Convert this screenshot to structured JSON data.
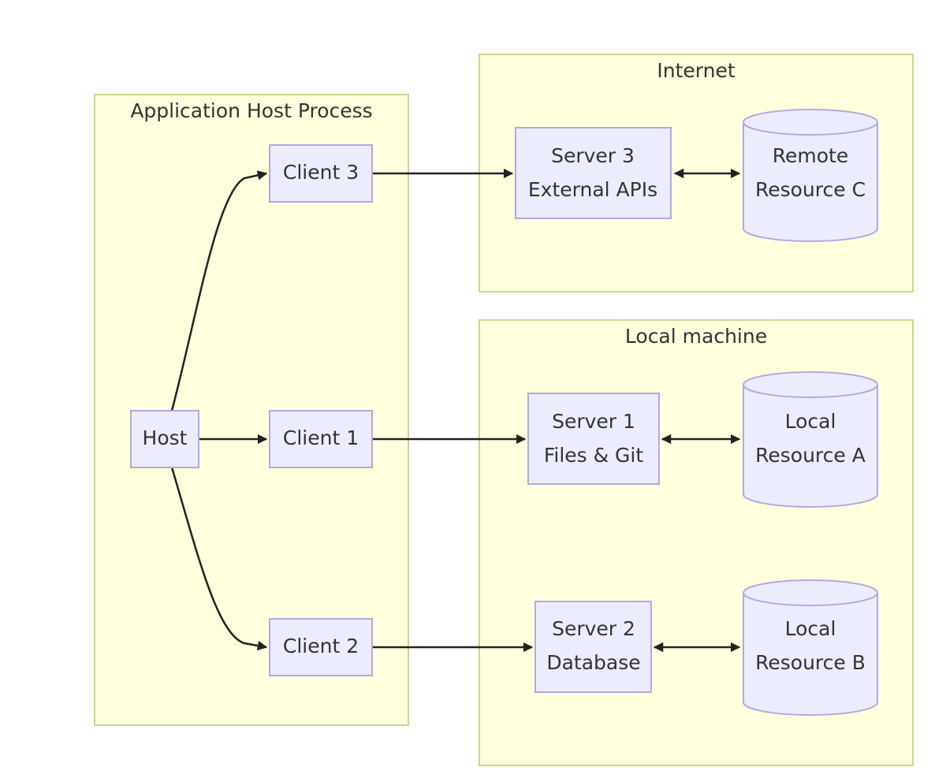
{
  "groups": {
    "app_host": "Application Host Process",
    "internet": "Internet",
    "local": "Local machine"
  },
  "nodes": {
    "host": "Host",
    "client1": "Client 1",
    "client2": "Client 2",
    "client3": "Client 3",
    "server1": [
      "Server 1",
      "Files & Git"
    ],
    "server2": [
      "Server 2",
      "Database"
    ],
    "server3": [
      "Server 3",
      "External APIs"
    ],
    "resourceA": [
      "Local",
      "Resource A"
    ],
    "resourceB": [
      "Local",
      "Resource B"
    ],
    "resourceC": [
      "Remote",
      "Resource C"
    ]
  },
  "colors": {
    "cluster_fill": "#ffffde",
    "cluster_stroke": "#cfd48c",
    "node_fill": "#ececff",
    "node_stroke": "#b4a7e0",
    "edge": "#222222",
    "text": "#333333"
  }
}
